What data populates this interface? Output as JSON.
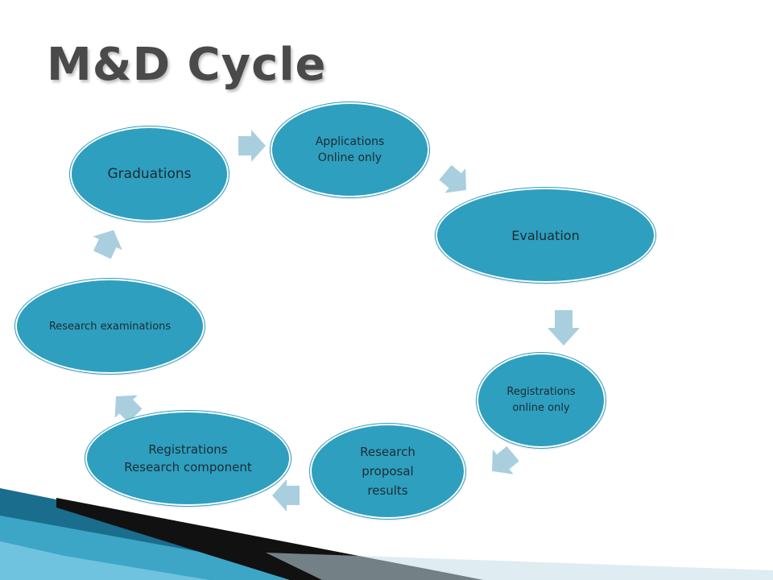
{
  "title": "M&D Cycle",
  "diagram": {
    "nodes": [
      {
        "id": "applications",
        "label": "Applications\nOnline only"
      },
      {
        "id": "evaluation",
        "label": "Evaluation"
      },
      {
        "id": "registrations-online",
        "label": "Registrations\nonline only"
      },
      {
        "id": "research-proposal",
        "label": "Research\nproposal\nresults"
      },
      {
        "id": "registrations-research",
        "label": "Registrations\nResearch component"
      },
      {
        "id": "research-examinations",
        "label": "Research examinations"
      },
      {
        "id": "graduations",
        "label": "Graduations"
      }
    ],
    "colors": {
      "node_fill": "#2e9fbf",
      "node_outline": "#ffffff",
      "arrow_fill": "#a9cfdf",
      "title_color": "#4a4a4a",
      "accent_dark": "#1a6d8d",
      "accent_light": "#6fc3df"
    }
  }
}
